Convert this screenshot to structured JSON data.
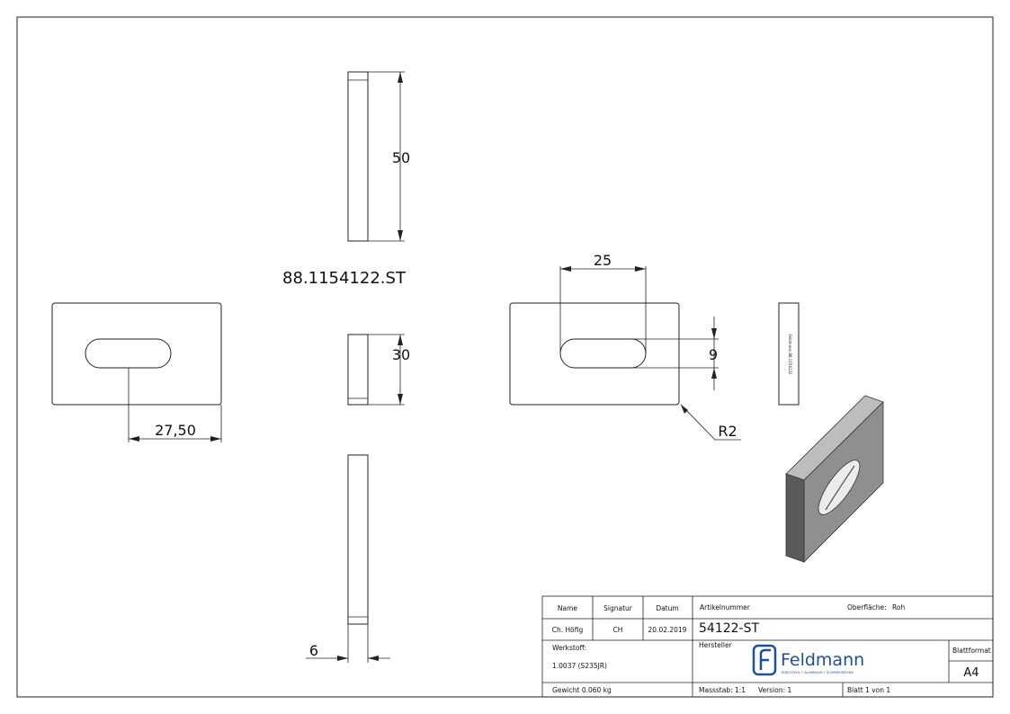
{
  "drawing": {
    "part_code": "88.1154122.ST",
    "dims": {
      "height_50": "50",
      "width_30": "30",
      "thickness_6": "6",
      "offset_2750": "27,50",
      "slot_length_25": "25",
      "slot_width_9": "9",
      "radius_r2": "R2"
    },
    "side_engraving": "Feldmann 88.1154122"
  },
  "title_block": {
    "name_label": "Name",
    "signatur_label": "Signatur",
    "datum_label": "Datum",
    "name_value": "Ch. Höfig",
    "signatur_value": "CH",
    "datum_value": "20.02.2019",
    "artikelnummer_label": "Artikelnummer",
    "artikelnummer_value": "54122-ST",
    "oberflaeche_label": "Oberfläche:",
    "oberflaeche_value": "Roh",
    "werkstoff_label": "Werkstoff:",
    "werkstoff_value": "1.0037 (S235JR)",
    "hersteller_label": "Hersteller",
    "logo_name": "Feldmann",
    "logo_tagline": "EDELSTAHL • ALUMINIUM • SCHMIEDEEISEN",
    "blattformat_label": "Blattformat",
    "blattformat_value": "A4",
    "gewicht": "Gewicht 0.060 kg",
    "massstab": "Massstab: 1:1",
    "version": "Version: 1",
    "blatt": "Blatt 1 von 1",
    "line_color": "#222222",
    "logo_color": "#1f4f9a"
  }
}
